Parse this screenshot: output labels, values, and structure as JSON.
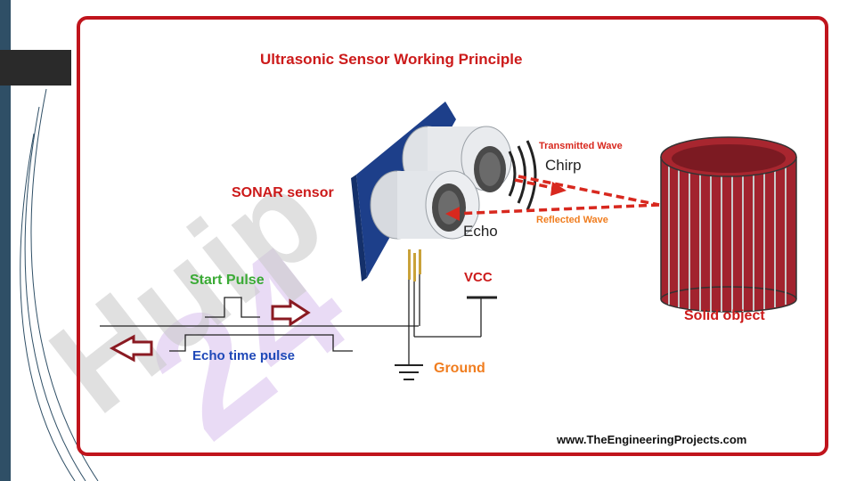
{
  "title": "Ultrasonic Sensor Working Principle",
  "sensor_label": "SONAR sensor",
  "transmitted_label": "Transmitted Wave",
  "chirp_label": "Chirp",
  "reflected_label": "Reflected Wave",
  "echo_label": "Echo",
  "start_pulse_label": "Start Pulse",
  "vcc_label": "VCC",
  "echo_time_label": "Echo time pulse",
  "ground_label": "Ground",
  "object_label": "Solid object",
  "website": "www.TheEngineeringProjects.com",
  "watermark": "Huip24",
  "colors": {
    "frame": "#c0141c",
    "title_red": "#cc1a1a",
    "start_green": "#3aaa35",
    "echo_blue": "#1f48b8",
    "ground_orange": "#f07d1f",
    "sensor_board": "#1d3f8a",
    "watermark_purple": "#c9a8e6"
  }
}
